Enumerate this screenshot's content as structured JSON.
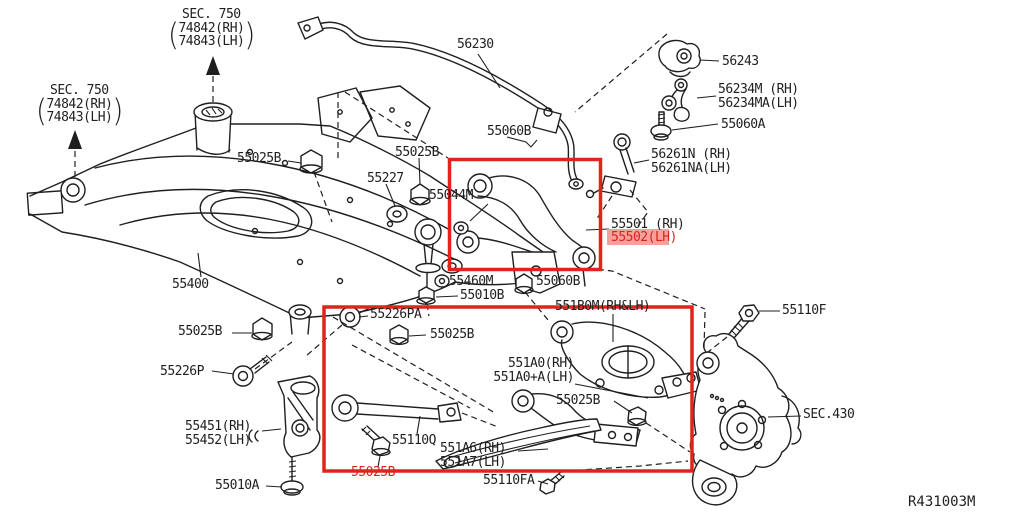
{
  "colors": {
    "line-color": "#1f1f1f",
    "hl-red": "#e0241a",
    "hl-red-text": "#d5261e",
    "hl-pink": "#f3a29b"
  },
  "drawing": {
    "ref": "R431003M"
  },
  "labels": {
    "sec750_top": {
      "title": "SEC. 750",
      "rh": "74842(RH)",
      "lh": "74843(LH)"
    },
    "sec750_left": {
      "title": "SEC. 750",
      "rh": "74842(RH)",
      "lh": "74843(LH)"
    },
    "stabilizer_bar": "56230",
    "stabilizer_bracket": "56243",
    "stabilizer_clamp_rh": "56234M (RH)",
    "stabilizer_clamp_lh": "56234MA(LH)",
    "bolt_55060a": "55060A",
    "connecting_rod_rh": "56261N (RH)",
    "connecting_rod_lh": "56261NA(LH)",
    "bolt_55060b": "55060B",
    "nut_55025b": "55025B",
    "washer_55227": "55227",
    "spacer_55044m": "55044M",
    "upper_link_rh": "55501 (RH)",
    "upper_link_lh": "55502(LH)",
    "suspension_member": "55400",
    "stopper_55460m": "55460M",
    "nut_55010b": "55010B",
    "bolt_55226pa": "55226PA",
    "rear_lower_link": "551B0M(RH&LH)",
    "bolt_55110f": "55110F",
    "bolt_55226p": "55226P",
    "lower_link_rh": "551A0(RH)",
    "lower_link_lh": "551A0+A(LH)",
    "bracket_rh": "55451(RH)",
    "bracket_lh": "55452(LH)",
    "radius_rod": "55110Q",
    "front_link_rh": "551A6(RH)",
    "front_link_lh": "551A7(LH)",
    "bolt_55110fa": "55110FA",
    "bolt_55010a": "55010A",
    "sec430": "SEC.430"
  }
}
